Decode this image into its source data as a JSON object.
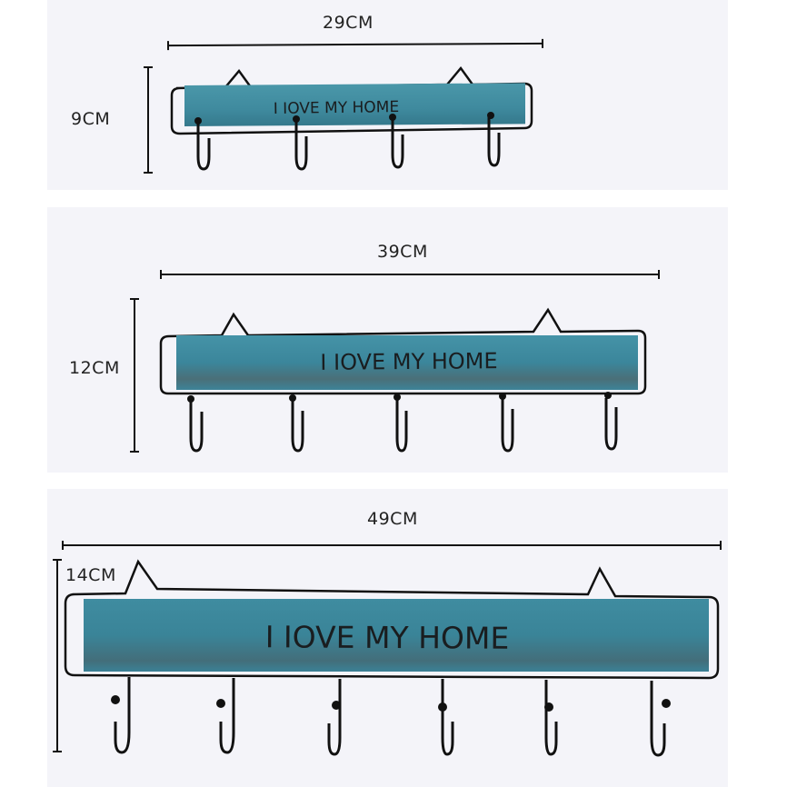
{
  "product": {
    "sign_text": "I IOVE MY HOME",
    "colors": {
      "wood": "#3f8a9e",
      "wood_dark": "#2f6f82",
      "frame": "#111111",
      "background": "#f4f4f9"
    }
  },
  "panels": [
    {
      "size": "small",
      "width_label": "29CM",
      "height_label": "9CM",
      "hooks": 4
    },
    {
      "size": "medium",
      "width_label": "39CM",
      "height_label": "12CM",
      "hooks": 5
    },
    {
      "size": "large",
      "width_label": "49CM",
      "height_label": "14CM",
      "hooks": 6
    }
  ]
}
